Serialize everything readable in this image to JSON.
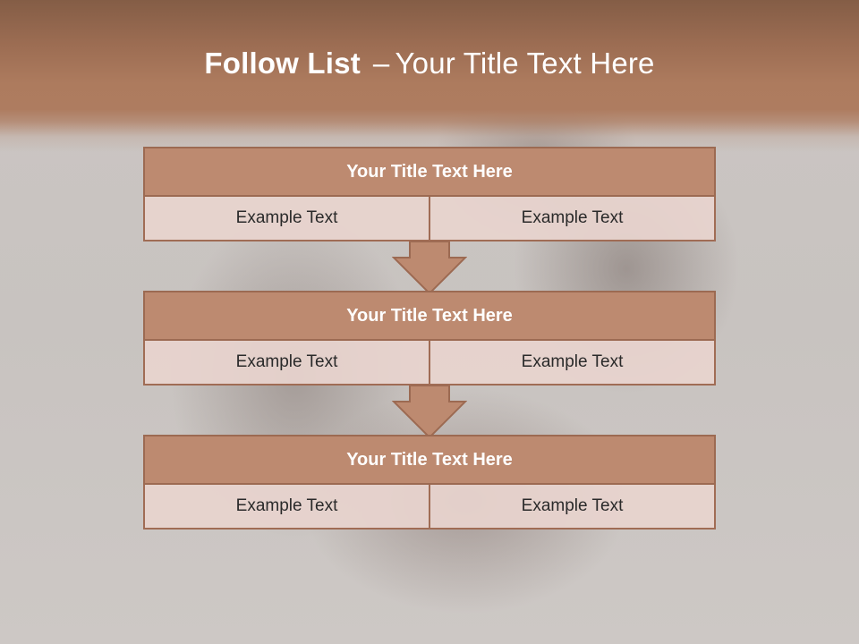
{
  "slide": {
    "title_bold": "Follow List",
    "title_dash": "–",
    "title_rest": "Your Title Text Here"
  },
  "blocks": [
    {
      "title": "Your Title Text Here",
      "left": "Example Text",
      "right": "Example Text"
    },
    {
      "title": "Your Title Text Here",
      "left": "Example Text",
      "right": "Example Text"
    },
    {
      "title": "Your Title Text Here",
      "left": "Example Text",
      "right": "Example Text"
    }
  ],
  "colors": {
    "header_band": "#ae7c60",
    "block_header": "#bd8a70",
    "block_border": "#9c6a52",
    "cell_fill": "#e8d4ce",
    "arrow_fill": "#bd8a70"
  }
}
